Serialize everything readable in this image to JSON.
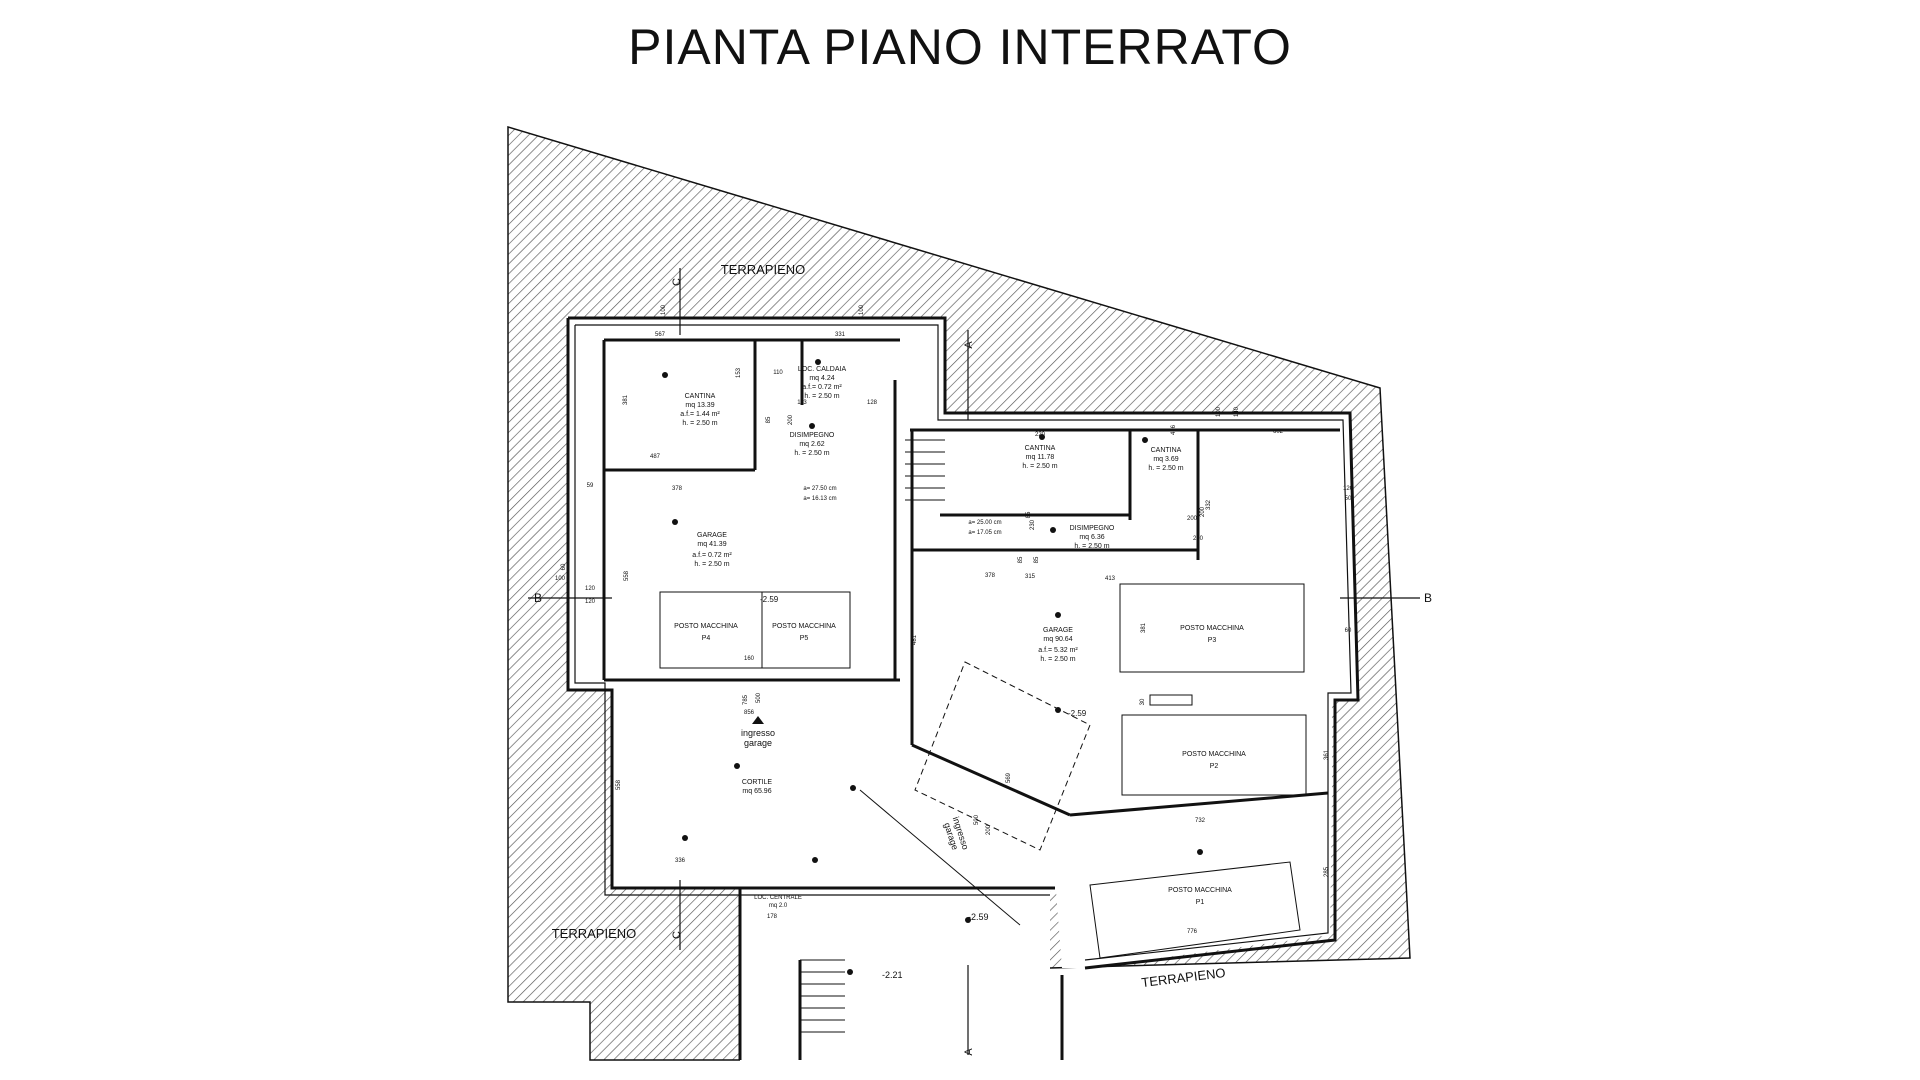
{
  "title": "PIANTA PIANO INTERRATO",
  "colors": {
    "line": "#111111",
    "hatch": "#555555",
    "background": "#ffffff"
  },
  "terrain": [
    {
      "id": "terrapieno-top",
      "text": "TERRAPIENO"
    },
    {
      "id": "terrapieno-left",
      "text": "TERRAPIENO"
    },
    {
      "id": "terrapieno-bottom",
      "text": "TERRAPIENO"
    }
  ],
  "section_markers": {
    "a_top": "A",
    "a_bottom": "A",
    "b_left": "B",
    "b_right": "B",
    "c_top": "C",
    "c_bottom": "C"
  },
  "rooms": [
    {
      "id": "cantina-1",
      "name": "CANTINA",
      "lines": [
        "mq 13.39",
        "a.f.= 1.44 m²",
        "h. = 2.50 m"
      ]
    },
    {
      "id": "loc-caldaia",
      "name": "LOC. CALDAIA",
      "lines": [
        "mq 4.24",
        "a.f.= 0.72 m²",
        "h. = 2.50 m"
      ]
    },
    {
      "id": "disimpegno-1",
      "name": "DISIMPEGNO",
      "lines": [
        "mq 2.62",
        "h. = 2.50 m"
      ]
    },
    {
      "id": "garage-1",
      "name": "GARAGE",
      "lines": [
        "mq 41.39",
        "a.f.= 0.72 m²",
        "h. = 2.50 m"
      ]
    },
    {
      "id": "cantina-2",
      "name": "CANTINA",
      "lines": [
        "mq 11.78",
        "h. = 2.50 m"
      ]
    },
    {
      "id": "cantina-3",
      "name": "CANTINA",
      "lines": [
        "mq 3.69",
        "h. = 2.50 m"
      ]
    },
    {
      "id": "disimpegno-2",
      "name": "DISIMPEGNO",
      "lines": [
        "mq 6.36",
        "h. = 2.50 m"
      ]
    },
    {
      "id": "garage-2",
      "name": "GARAGE",
      "lines": [
        "mq 90.64",
        "a.f.= 5.32 m²",
        "h. = 2.50 m"
      ]
    },
    {
      "id": "cortile",
      "name": "CORTILE",
      "lines": [
        "mq 65.96"
      ]
    }
  ],
  "parking": [
    {
      "id": "p4",
      "name": "POSTO MACCHINA",
      "code": "P4"
    },
    {
      "id": "p5",
      "name": "POSTO MACCHINA",
      "code": "P5"
    },
    {
      "id": "p3",
      "name": "POSTO MACCHINA",
      "code": "P3"
    },
    {
      "id": "p2",
      "name": "POSTO MACCHINA",
      "code": "P2"
    },
    {
      "id": "p1",
      "name": "POSTO MACCHINA",
      "code": "P1"
    }
  ],
  "entrances": {
    "ingresso_1": [
      "ingresso",
      "garage"
    ],
    "ingresso_2": [
      "ingresso",
      "garage"
    ]
  },
  "stairs_notes": [
    "a= 27.50 cm",
    "a= 16.13 cm",
    "a= 25.00 cm",
    "a= 17.05 cm"
  ],
  "loc_centrale": {
    "title": "LOC. CENTRALE",
    "area": "mq 2.0"
  },
  "levels": [
    "-2.59",
    "-2.59",
    "-2.59",
    "-2.21"
  ],
  "dimensions": [
    "567",
    "331",
    "100",
    "100",
    "381",
    "487",
    "110",
    "153",
    "85",
    "200",
    "113",
    "128",
    "378",
    "120",
    "59",
    "558",
    "120",
    "60",
    "100",
    "160",
    "856",
    "785",
    "500",
    "220",
    "602",
    "436",
    "332",
    "413",
    "315",
    "200",
    "230",
    "481",
    "378",
    "558",
    "336",
    "569",
    "500",
    "200",
    "732",
    "361",
    "285",
    "776",
    "100",
    "140",
    "178",
    "381",
    "30",
    "120",
    "50",
    "60",
    "200",
    "85",
    "85",
    "85",
    "200"
  ]
}
